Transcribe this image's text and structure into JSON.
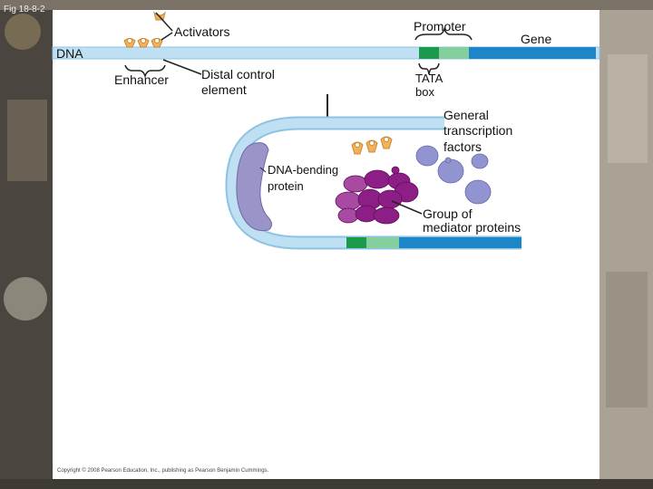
{
  "figure_label": "Fig 18-8-2",
  "labels": {
    "activators": "Activators",
    "promoter": "Promoter",
    "gene": "Gene",
    "dna": "DNA",
    "enhancer": "Enhancer",
    "distal_line1": "Distal control",
    "distal_line2": "element",
    "tata": "TATA",
    "box": "box",
    "gtf_line1": "General",
    "gtf_line2": "transcription",
    "gtf_line3": "factors",
    "bending_line1": "DNA-bending",
    "bending_line2": "protein",
    "mediator_line1": "Group of",
    "mediator_line2": "mediator proteins"
  },
  "copyright": "Copyright © 2008 Pearson Education, Inc., publishing as Pearson Benjamin Cummings.",
  "colors": {
    "dna": "#bfe0f2",
    "dna_edge": "#8cc3e2",
    "gene": "#1c86c8",
    "tata": "#1a9a4a",
    "promoter_light": "#84cf9e",
    "activator": "#f0b25a",
    "mediator": "#8c1e86",
    "gtf": "#9294d2",
    "bending": "#9a94c8"
  }
}
